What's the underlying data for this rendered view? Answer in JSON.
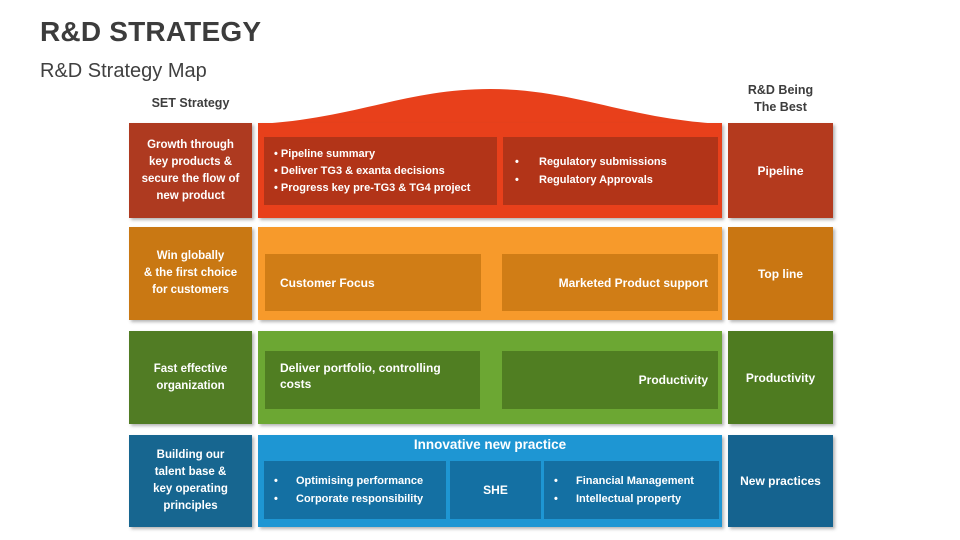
{
  "slide": {
    "title": "R&D STRATEGY",
    "subtitle": "R&D Strategy Map",
    "left_column_header": "SET Strategy",
    "right_column_header_lines": [
      "R&D Being",
      "The Best"
    ]
  },
  "colors": {
    "title_text": "#3C3C3C",
    "row_pipeline": {
      "band": "#E8401B",
      "cell": "#B23418",
      "left_box": "#AE3A20",
      "right_box": "#B43A1E"
    },
    "row_topline": {
      "band": "#F79A2B",
      "cell": "#D07D16",
      "left_box": "#C97813",
      "right_box": "#C97612"
    },
    "row_productivity": {
      "band": "#6CA733",
      "cell": "#507E22",
      "left_box": "#517C24",
      "right_box": "#4E7B20"
    },
    "row_practices": {
      "band": "#1E96D3",
      "cell": "#1470A3",
      "left_box": "#176690",
      "right_box": "#15638F"
    }
  },
  "rows": [
    {
      "name": "pipeline",
      "left_lines": [
        "Growth through",
        "key products &",
        "secure the flow of",
        "new product"
      ],
      "cells": [
        {
          "items": [
            "Pipeline summary",
            "Deliver TG3 & exanta decisions",
            "Progress key pre-TG3 & TG4 project"
          ]
        },
        {
          "items": [
            "Regulatory submissions",
            "Regulatory Approvals"
          ]
        }
      ],
      "right_label": "Pipeline"
    },
    {
      "name": "topline",
      "left_lines": [
        "Win globally",
        "& the first choice",
        "for customers"
      ],
      "cells": [
        {
          "label": "Customer Focus"
        },
        {
          "label": "Marketed Product support"
        }
      ],
      "right_label": "Top line"
    },
    {
      "name": "productivity",
      "left_lines": [
        "Fast effective",
        "organization"
      ],
      "cells": [
        {
          "lines": [
            "Deliver portfolio, controlling",
            "costs"
          ]
        },
        {
          "label": "Productivity"
        }
      ],
      "right_label": "Productivity"
    },
    {
      "name": "practices",
      "header": "Innovative new practice",
      "left_lines": [
        "Building our",
        "talent base &",
        "key operating",
        "principles"
      ],
      "cells": [
        {
          "items": [
            "Optimising performance",
            "Corporate responsibility"
          ]
        },
        {
          "label": "SHE"
        },
        {
          "items": [
            "Financial Management",
            "Intellectual property"
          ]
        }
      ],
      "right_label": "New practices"
    }
  ]
}
